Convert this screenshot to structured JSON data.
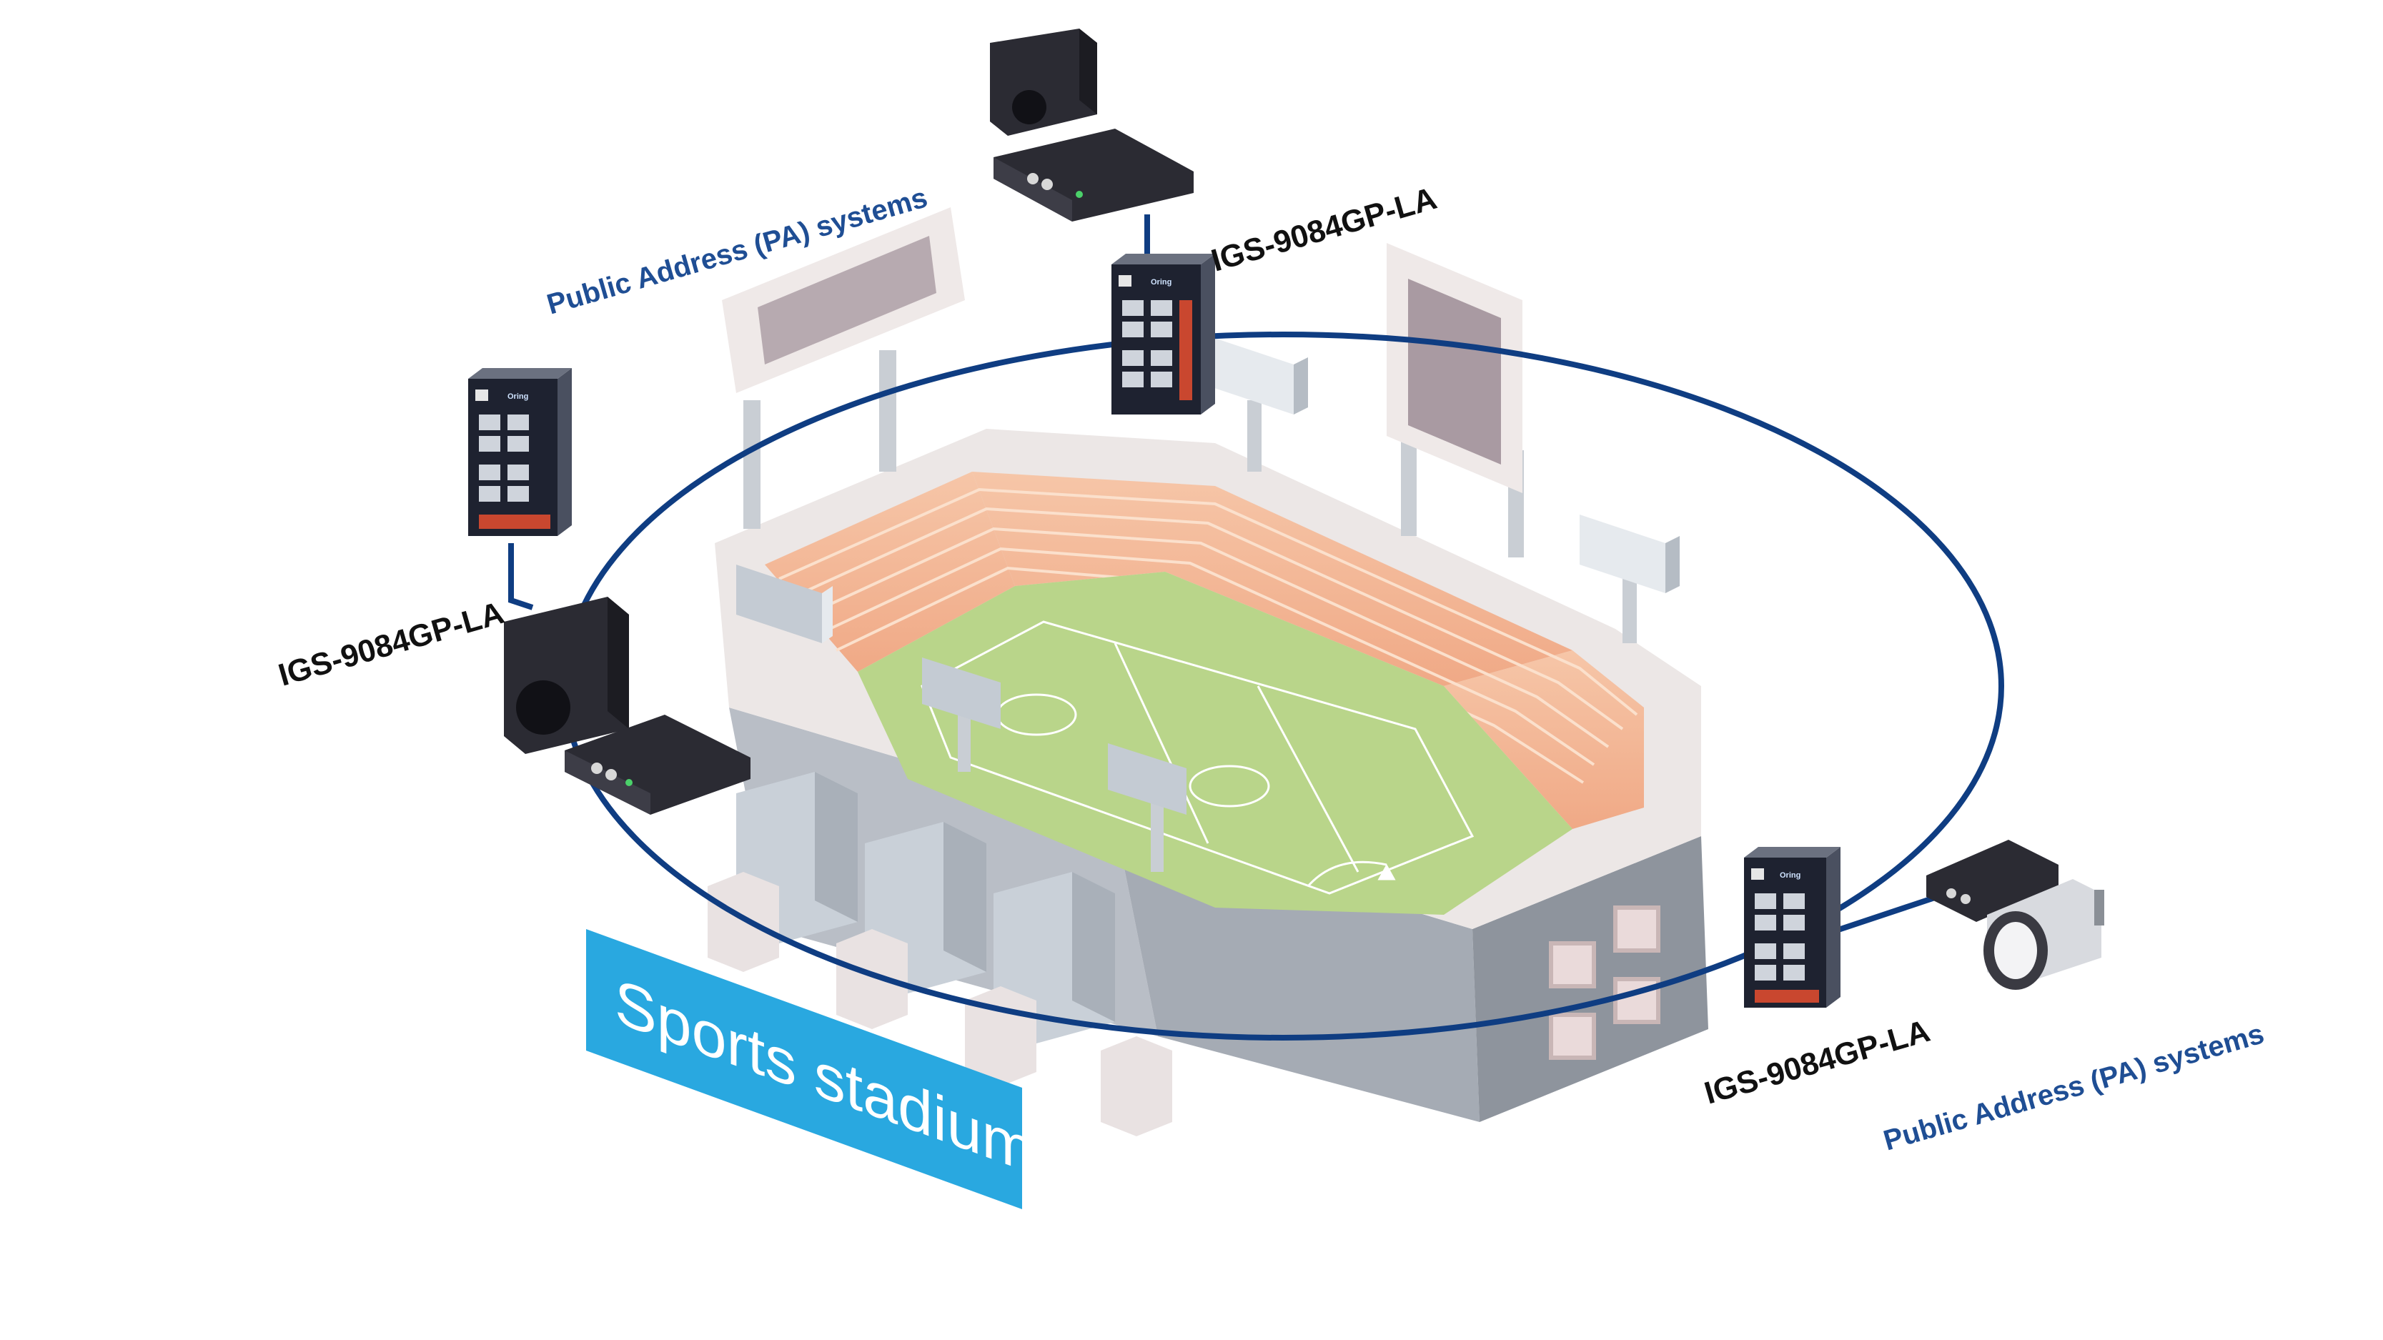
{
  "labels": {
    "switch_model": "IGS-9084GP-LA",
    "pa_systems": "Public Address (PA) systems",
    "banner": "Sports stadiums",
    "brand_mark": "Oring"
  },
  "diagram": {
    "nodes": [
      {
        "id": "switch-top",
        "type": "industrial-switch",
        "label": "IGS-9084GP-LA"
      },
      {
        "id": "switch-left",
        "type": "industrial-switch",
        "label": "IGS-9084GP-LA"
      },
      {
        "id": "switch-bottom-right",
        "type": "industrial-switch",
        "label": "IGS-9084GP-LA"
      },
      {
        "id": "pa-top",
        "type": "speaker-and-amplifier",
        "label": "Public Address (PA) systems"
      },
      {
        "id": "pa-left",
        "type": "speaker-and-amplifier"
      },
      {
        "id": "pa-right",
        "type": "horn-speaker-and-amplifier",
        "label": "Public Address (PA) systems"
      },
      {
        "id": "stadium",
        "type": "sports-stadium",
        "label": "Sports stadiums"
      }
    ],
    "edges": [
      {
        "from": "switch-top",
        "to": "pa-top"
      },
      {
        "from": "switch-left",
        "to": "pa-left"
      },
      {
        "from": "switch-bottom-right",
        "to": "pa-right"
      },
      {
        "from": "switch-top",
        "to": "switch-left",
        "via": "ring"
      },
      {
        "from": "switch-left",
        "to": "switch-bottom-right",
        "via": "ring"
      },
      {
        "from": "switch-bottom-right",
        "to": "switch-top",
        "via": "ring"
      }
    ],
    "topology": "ring"
  },
  "colors": {
    "ring": "#0f3d82",
    "banner": "#29a8e0",
    "pa_text": "#1f4e94",
    "model_text": "#111111",
    "field": "#b9d58a",
    "seats": "#f3b696"
  }
}
